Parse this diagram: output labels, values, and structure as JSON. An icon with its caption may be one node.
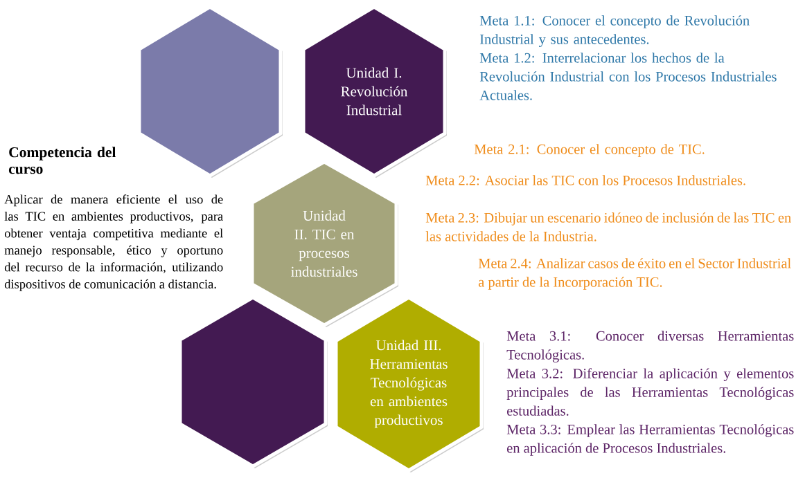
{
  "diagram": {
    "nodes": [
      {
        "text": [],
        "shape": "hexagon"
      },
      {
        "text": [
          "Unidad I. Revolución Industrial"
        ]
      },
      {
        "text": [
          "Unidad II. TIC en procesos industriales"
        ]
      },
      {
        "text": [],
        "shape": "hexagon"
      },
      {
        "text": [
          "Unidad III. Herramientas Tecnológicas en ambientes productivos"
        ]
      }
    ],
    "labels": [
      "Competencia del curso",
      "Aplicar de manera eficiente el uso de las TIC en ambientes productivos, para obtener ventaja competitiva mediante el manejo responsable, ético y oportuno del recurso de la información, utilizando dispositivos de comunicación a distancia.",
      "Meta 1.1: Conocer el concepto de Revolución Industrial y sus antecedentes.",
      "Meta 1.2: Interrelacionar los hechos de la Revolución Industrial con los Procesos Industriales Actuales.",
      "Meta 2.1: Conocer el concepto de TIC.",
      "Meta 2.2: Asociar las TIC con los Procesos Industriales.",
      "Meta 2.3: Dibujar un escenario idóneo de inclusión de las TIC en las actividades de la Industria.",
      "Meta 2.4: Analizar casos de éxito en el Sector Industrial a partir de la Incorporación TIC.",
      "Meta 3.1: Conocer diversas Herramientas Tecnológicas.",
      "Meta 3.2: Diferenciar la aplicación y elementos principales de las Herramientas Tecnológicas estudiadas.",
      "Meta 3.3: Emplear las Herramientas Tecnológicas en aplicación de Procesos Industriales."
    ]
  }
}
